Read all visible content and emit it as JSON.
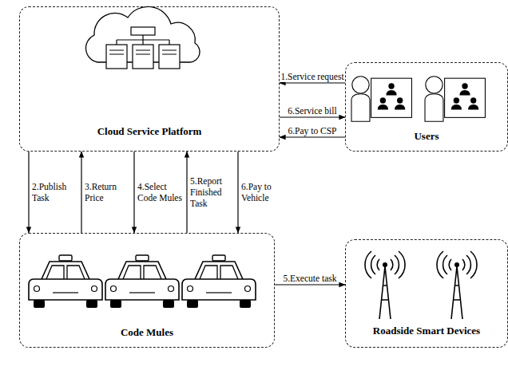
{
  "diagram": {
    "nodes": [
      {
        "text": [
          "Cloud Service Platform"
        ]
      },
      {
        "text": [
          "Users"
        ]
      },
      {
        "text": [
          "Code Mules"
        ]
      },
      {
        "text": [
          "Roadside Smart Devices"
        ]
      }
    ],
    "edges": [
      {
        "from": 1,
        "to": 0,
        "arrow": "to",
        "label": "1.Service request"
      },
      {
        "from": 0,
        "to": 1,
        "arrow": "to",
        "label": "6.Service bill"
      },
      {
        "from": 1,
        "to": 0,
        "arrow": "to",
        "label": "6.Pay to CSP"
      },
      {
        "from": 0,
        "to": 2,
        "arrow": "to",
        "label": "2.Publish Task"
      },
      {
        "from": 2,
        "to": 0,
        "arrow": "to",
        "label": "3.Return Price"
      },
      {
        "from": 0,
        "to": 2,
        "arrow": "to",
        "label": "4.Select Code Mules"
      },
      {
        "from": 2,
        "to": 0,
        "arrow": "to",
        "label": "5.Report Finished Task"
      },
      {
        "from": 0,
        "to": 2,
        "arrow": "to",
        "label": "6.Pay to Vehicle"
      },
      {
        "from": 2,
        "to": 3,
        "arrow": "to",
        "label": "5.Execute task"
      }
    ]
  }
}
